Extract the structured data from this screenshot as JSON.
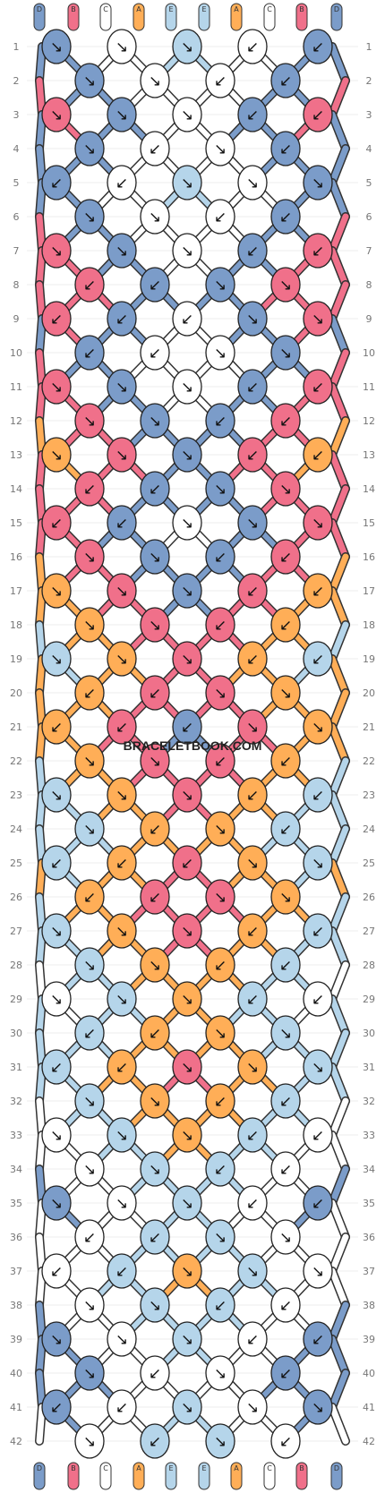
{
  "watermark": "BRACELETBOOK.COM",
  "strings": {
    "top_labels": [
      "D",
      "B",
      "C",
      "A",
      "E",
      "E",
      "A",
      "C",
      "B",
      "D"
    ],
    "bottom_labels": [
      "D",
      "B",
      "C",
      "A",
      "E",
      "E",
      "A",
      "C",
      "B",
      "D"
    ]
  },
  "colors": {
    "A": "#FFAE57",
    "B": "#F0708A",
    "C": "#FFFFFF",
    "D": "#7B9CC9",
    "E": "#B5D5EA"
  },
  "row_labels": [
    "1",
    "2",
    "3",
    "4",
    "5",
    "6",
    "7",
    "8",
    "9",
    "10",
    "11",
    "12",
    "13",
    "14",
    "15",
    "16",
    "17",
    "18",
    "19",
    "20",
    "21",
    "22",
    "23",
    "24",
    "25",
    "26",
    "27",
    "28",
    "29",
    "30",
    "31",
    "32",
    "33",
    "34",
    "35",
    "36",
    "37",
    "38",
    "39",
    "40",
    "41",
    "42"
  ],
  "knots": [
    [
      "D",
      "C",
      "E",
      "C",
      "D"
    ],
    [
      "D",
      "C",
      "C",
      "D"
    ],
    [
      "B",
      "D",
      "C",
      "D",
      "B"
    ],
    [
      "D",
      "C",
      "C",
      "D"
    ],
    [
      "D",
      "C",
      "E",
      "C",
      "D"
    ],
    [
      "D",
      "C",
      "C",
      "D"
    ],
    [
      "B",
      "D",
      "C",
      "D",
      "B"
    ],
    [
      "B",
      "D",
      "D",
      "B"
    ],
    [
      "B",
      "D",
      "C",
      "D",
      "B"
    ],
    [
      "D",
      "C",
      "C",
      "D"
    ],
    [
      "B",
      "D",
      "C",
      "D",
      "B"
    ],
    [
      "B",
      "D",
      "D",
      "B"
    ],
    [
      "A",
      "B",
      "D",
      "B",
      "A"
    ],
    [
      "B",
      "D",
      "D",
      "B"
    ],
    [
      "B",
      "D",
      "C",
      "D",
      "B"
    ],
    [
      "B",
      "D",
      "D",
      "B"
    ],
    [
      "A",
      "B",
      "D",
      "B",
      "A"
    ],
    [
      "A",
      "B",
      "B",
      "A"
    ],
    [
      "E",
      "A",
      "B",
      "A",
      "E"
    ],
    [
      "A",
      "B",
      "B",
      "A"
    ],
    [
      "A",
      "B",
      "D",
      "B",
      "A"
    ],
    [
      "A",
      "B",
      "B",
      "A"
    ],
    [
      "E",
      "A",
      "B",
      "A",
      "E"
    ],
    [
      "E",
      "A",
      "A",
      "E"
    ],
    [
      "E",
      "A",
      "B",
      "A",
      "E"
    ],
    [
      "A",
      "B",
      "B",
      "A"
    ],
    [
      "E",
      "A",
      "B",
      "A",
      "E"
    ],
    [
      "E",
      "A",
      "A",
      "E"
    ],
    [
      "C",
      "E",
      "A",
      "E",
      "C"
    ],
    [
      "E",
      "A",
      "A",
      "E"
    ],
    [
      "E",
      "A",
      "B",
      "A",
      "E"
    ],
    [
      "E",
      "A",
      "A",
      "E"
    ],
    [
      "C",
      "E",
      "A",
      "E",
      "C"
    ],
    [
      "C",
      "E",
      "E",
      "C"
    ],
    [
      "D",
      "C",
      "E",
      "C",
      "D"
    ],
    [
      "C",
      "E",
      "E",
      "C"
    ],
    [
      "C",
      "E",
      "A",
      "E",
      "C"
    ],
    [
      "C",
      "E",
      "E",
      "C"
    ],
    [
      "D",
      "C",
      "E",
      "C",
      "D"
    ],
    [
      "D",
      "C",
      "C",
      "D"
    ],
    [
      "D",
      "C",
      "E",
      "C",
      "D"
    ],
    [
      "C",
      "E",
      "E",
      "C"
    ]
  ],
  "arrows": [
    [
      "↘",
      "↘",
      "↘",
      "↙",
      "↙"
    ],
    [
      "↘",
      "↘",
      "↙",
      "↙"
    ],
    [
      "↘",
      "↘",
      "↘",
      "↙",
      "↙"
    ],
    [
      "↘",
      "↙",
      "↘",
      "↙"
    ],
    [
      "↙",
      "↙",
      "↘",
      "↘",
      "↘"
    ],
    [
      "↘",
      "↘",
      "↙",
      "↙"
    ],
    [
      "↘",
      "↘",
      "↘",
      "↙",
      "↙"
    ],
    [
      "↙",
      "↙",
      "↘",
      "↘"
    ],
    [
      "↙",
      "↙",
      "↙",
      "↘",
      "↘"
    ],
    [
      "↙",
      "↙",
      "↘",
      "↘"
    ],
    [
      "↘",
      "↘",
      "↘",
      "↙",
      "↙"
    ],
    [
      "↘",
      "↘",
      "↙",
      "↙"
    ],
    [
      "↘",
      "↘",
      "↘",
      "↙",
      "↙"
    ],
    [
      "↙",
      "↙",
      "↘",
      "↘"
    ],
    [
      "↙",
      "↙",
      "↘",
      "↘",
      "↘"
    ],
    [
      "↘",
      "↘",
      "↙",
      "↙"
    ],
    [
      "↘",
      "↘",
      "↘",
      "↙",
      "↙"
    ],
    [
      "↘",
      "↘",
      "↙",
      "↙"
    ],
    [
      "↘",
      "↘",
      "↘",
      "↙",
      "↙"
    ],
    [
      "↙",
      "↙",
      "↘",
      "↘"
    ],
    [
      "↙",
      "↙",
      "↙",
      "↘",
      "↘"
    ],
    [
      "↘",
      "↘",
      "↙",
      "↙"
    ],
    [
      "↘",
      "↘",
      "↘",
      "↙",
      "↙"
    ],
    [
      "↘",
      "↙",
      "↘",
      "↙"
    ],
    [
      "↙",
      "↙",
      "↙",
      "↘",
      "↘"
    ],
    [
      "↙",
      "↙",
      "↘",
      "↘"
    ],
    [
      "↘",
      "↘",
      "↘",
      "↙",
      "↙"
    ],
    [
      "↘",
      "↘",
      "↙",
      "↙"
    ],
    [
      "↘",
      "↘",
      "↘",
      "↙",
      "↙"
    ],
    [
      "↙",
      "↙",
      "↘",
      "↘"
    ],
    [
      "↙",
      "↙",
      "↘",
      "↘",
      "↘"
    ],
    [
      "↘",
      "↘",
      "↙",
      "↙"
    ],
    [
      "↘",
      "↘",
      "↘",
      "↙",
      "↙"
    ],
    [
      "↘",
      "↘",
      "↙",
      "↙"
    ],
    [
      "↘",
      "↘",
      "↘",
      "↙",
      "↙"
    ],
    [
      "↙",
      "↙",
      "↘",
      "↘"
    ],
    [
      "↙",
      "↙",
      "↘",
      "↘",
      "↘"
    ],
    [
      "↘",
      "↘",
      "↙",
      "↙"
    ],
    [
      "↘",
      "↘",
      "↘",
      "↙",
      "↙"
    ],
    [
      "↘",
      "↙",
      "↘",
      "↙"
    ],
    [
      "↙",
      "↙",
      "↘",
      "↘",
      "↘"
    ],
    [
      "↘",
      "↙",
      "↘",
      "↙"
    ]
  ]
}
